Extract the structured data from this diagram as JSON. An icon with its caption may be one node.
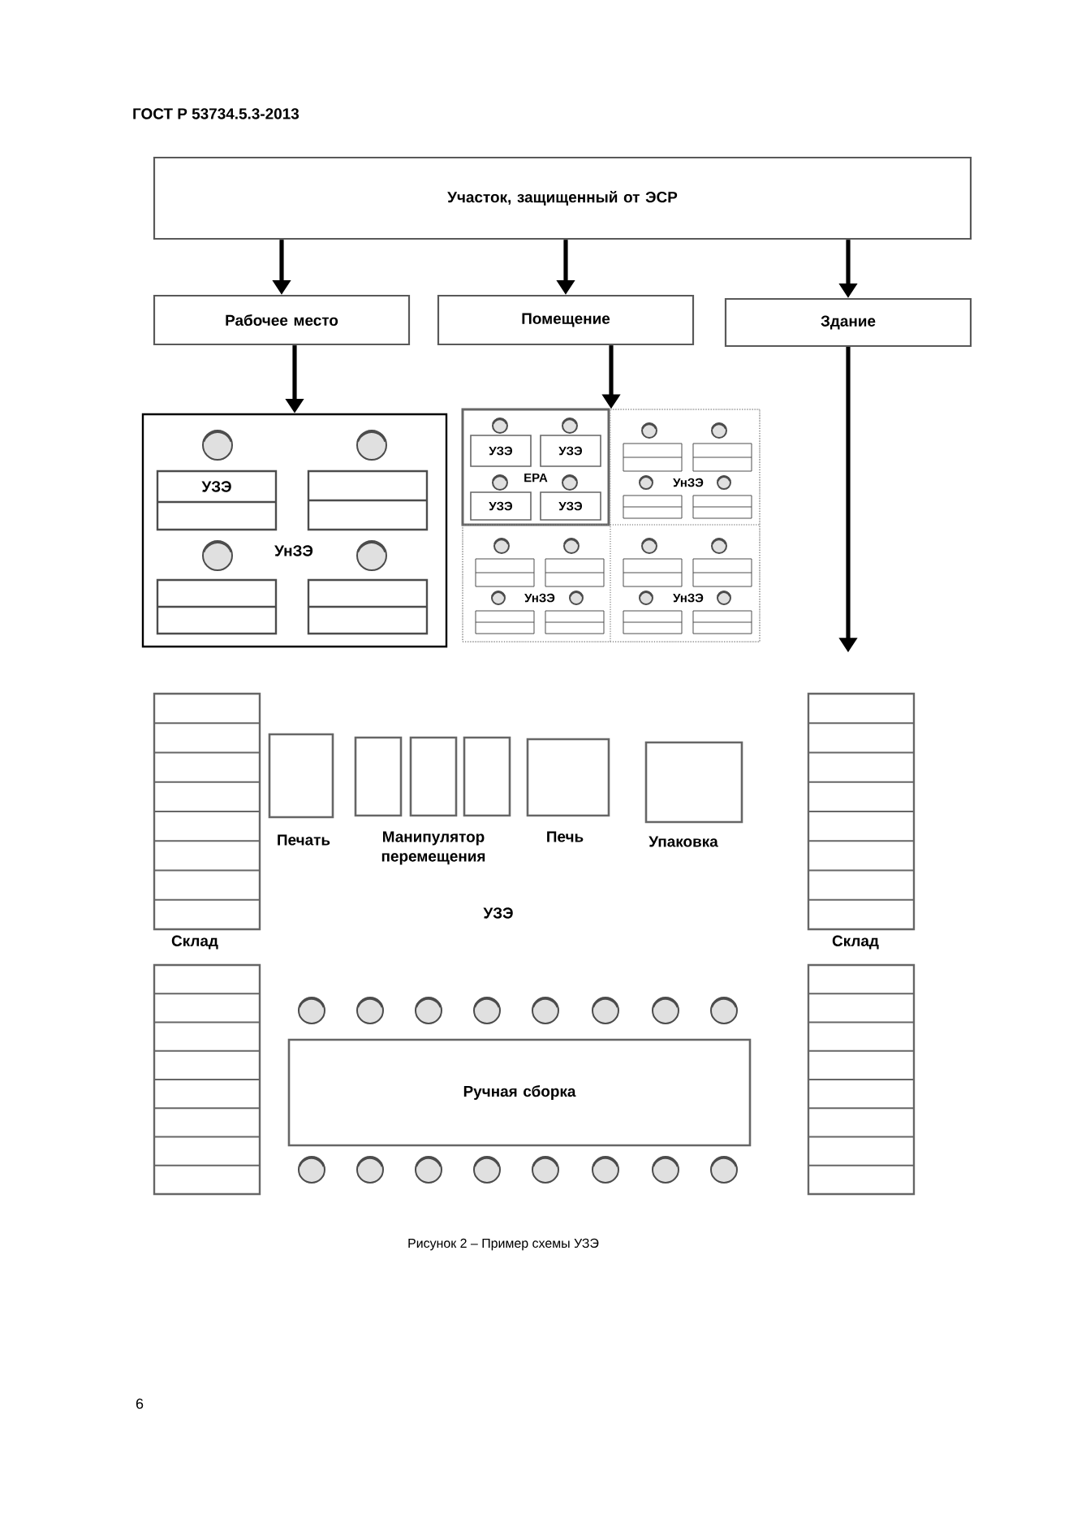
{
  "diagram": {
    "caption": "Рисунок 2 – Пример схемы УЗЭ",
    "nodes": [
      {
        "text": [
          "Участок, защищенный от ЭСР"
        ]
      },
      {
        "text": [
          "Рабочее место"
        ]
      },
      {
        "text": [
          "Помещение"
        ]
      },
      {
        "text": [
          "Здание"
        ]
      },
      {
        "text": [
          "УнЗЭ"
        ]
      },
      {
        "text": [
          "УЗЭ"
        ],
        "in": 4
      },
      {
        "text": [],
        "shape": "box"
      },
      {
        "text": [
          "EPA"
        ],
        "in": 6
      },
      {
        "text": [
          "УЗЭ"
        ],
        "in": 7
      },
      {
        "text": [
          "УЗЭ"
        ],
        "in": 7
      },
      {
        "text": [
          "УЗЭ"
        ],
        "in": 7
      },
      {
        "text": [
          "УЗЭ"
        ],
        "in": 7
      },
      {
        "text": [
          "УнЗЭ"
        ],
        "in": 6
      },
      {
        "text": [
          "УнЗЭ"
        ],
        "in": 6
      },
      {
        "text": [
          "УнЗЭ"
        ],
        "in": 6
      },
      {
        "text": [
          "Печать"
        ]
      },
      {
        "text": [
          "Манипулятор перемещения"
        ]
      },
      {
        "text": [
          "Печь"
        ]
      },
      {
        "text": [
          "Упаковка"
        ]
      },
      {
        "text": [
          "Ручная сборка"
        ]
      }
    ],
    "edges": [
      {
        "from": 0,
        "to": 1,
        "arrow": "to"
      },
      {
        "from": 0,
        "to": 2,
        "arrow": "to"
      },
      {
        "from": 0,
        "to": 3,
        "arrow": "to"
      },
      {
        "from": 1,
        "to": 4,
        "arrow": "to"
      },
      {
        "from": 2,
        "to": 6,
        "arrow": "to"
      },
      {
        "from": 3,
        "to": null,
        "arrow": "to"
      }
    ],
    "labels": [
      "ГОСТ Р 53734.5.3-2013",
      "УЗЭ",
      "Склад",
      "Склад",
      "6"
    ]
  }
}
